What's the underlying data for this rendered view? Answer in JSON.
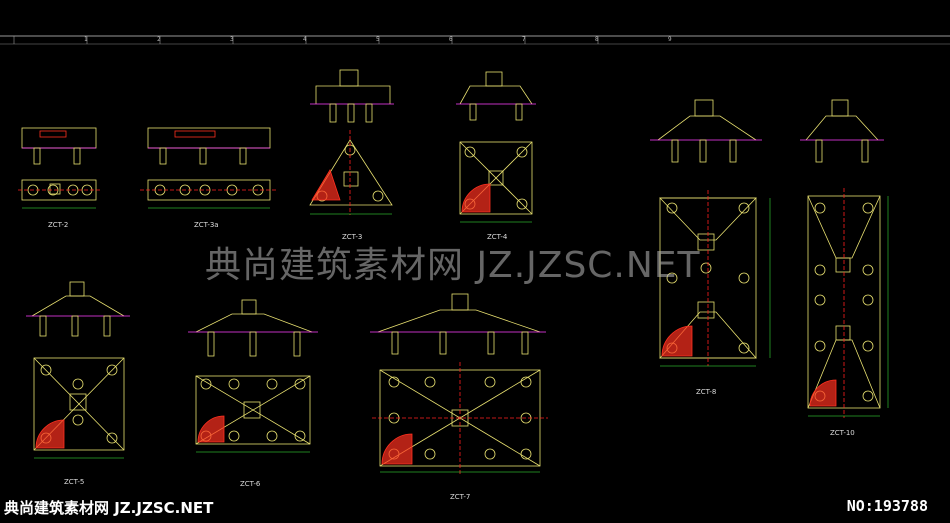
{
  "watermark": "典尚建筑素材网 JZ.JZSC.NET",
  "footer": {
    "site": "典尚建筑素材网 JZ.JZSC.NET",
    "serial": "NO:193788"
  },
  "ruler_numbers": [
    "1",
    "2",
    "3",
    "4",
    "5",
    "6",
    "7",
    "8",
    "9"
  ],
  "drawing_labels": [
    "ZCT-2",
    "ZCT-3a",
    "ZCT-3",
    "ZCT-4",
    "ZCT-5",
    "ZCT-6",
    "ZCT-7",
    "ZCT-8",
    "ZCT-10"
  ],
  "colors": {
    "background": "#000000",
    "outline": "#e8e070",
    "dimension": "#40ff40",
    "axis": "#ff2020",
    "rebar": "#ff40ff",
    "hatch": "#ff3020"
  }
}
